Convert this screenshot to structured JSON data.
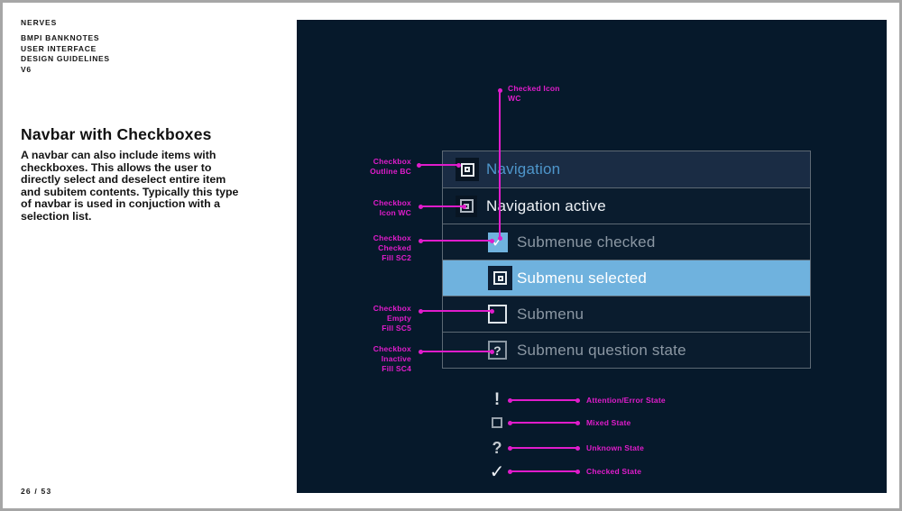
{
  "header": {
    "brand": "NERVES",
    "doc_lines": [
      "BMPI BANKNOTES",
      "USER INTERFACE",
      "DESIGN GUIDELINES",
      "V6"
    ],
    "page_number": "26 / 53"
  },
  "article": {
    "title": "Navbar with Checkboxes",
    "body": "A navbar can also include items with checkboxes. This allows the user to directly select and deselect entire item and subitem contents. Typically this type of navbar is used in conjuction with a selection list."
  },
  "navbar": {
    "items": [
      {
        "label": "Navigation",
        "checkbox": "mixed-outline",
        "state": "active"
      },
      {
        "label": "Navigation active",
        "checkbox": "mixed-icon",
        "state": "default"
      },
      {
        "label": "Submenue checked",
        "checkbox": "checked",
        "state": "default"
      },
      {
        "label": "Submenu selected",
        "checkbox": "mixed-chip",
        "state": "selected"
      },
      {
        "label": "Submenu",
        "checkbox": "empty",
        "state": "default"
      },
      {
        "label": "Submenu question state",
        "checkbox": "question",
        "state": "default"
      }
    ]
  },
  "annotations": {
    "top": {
      "lines": [
        "Checked Icon",
        "WC"
      ]
    },
    "left": [
      {
        "lines": [
          "Checkbox",
          "Outline BC"
        ]
      },
      {
        "lines": [
          "Checkbox",
          "Icon WC"
        ]
      },
      {
        "lines": [
          "Checkbox",
          "Checked",
          "Fill SC2"
        ]
      },
      {
        "lines": [
          "Checkbox",
          "Empty",
          "Fill SC5"
        ]
      },
      {
        "lines": [
          "Checkbox",
          "Inactive",
          "Fill SC4"
        ]
      }
    ]
  },
  "legend": {
    "items": [
      {
        "glyph": "!",
        "label": "Attention/Error State"
      },
      {
        "glyph": "□",
        "label": "Mixed State"
      },
      {
        "glyph": "?",
        "label": "Unknown State"
      },
      {
        "glyph": "✓",
        "label": "Checked State"
      }
    ]
  },
  "icons": {
    "check": "✓",
    "question": "?"
  },
  "colors": {
    "magenta": "#e01ccb",
    "panel_bg": "#06192b",
    "row_bg": "#0a1c2e",
    "row_active_bg": "#1a2c44",
    "row_selected_bg": "#6fb2de",
    "nav_blue_text": "#4e96cb",
    "gray_text": "#8b97a3",
    "white_text": "#eef2f6"
  }
}
